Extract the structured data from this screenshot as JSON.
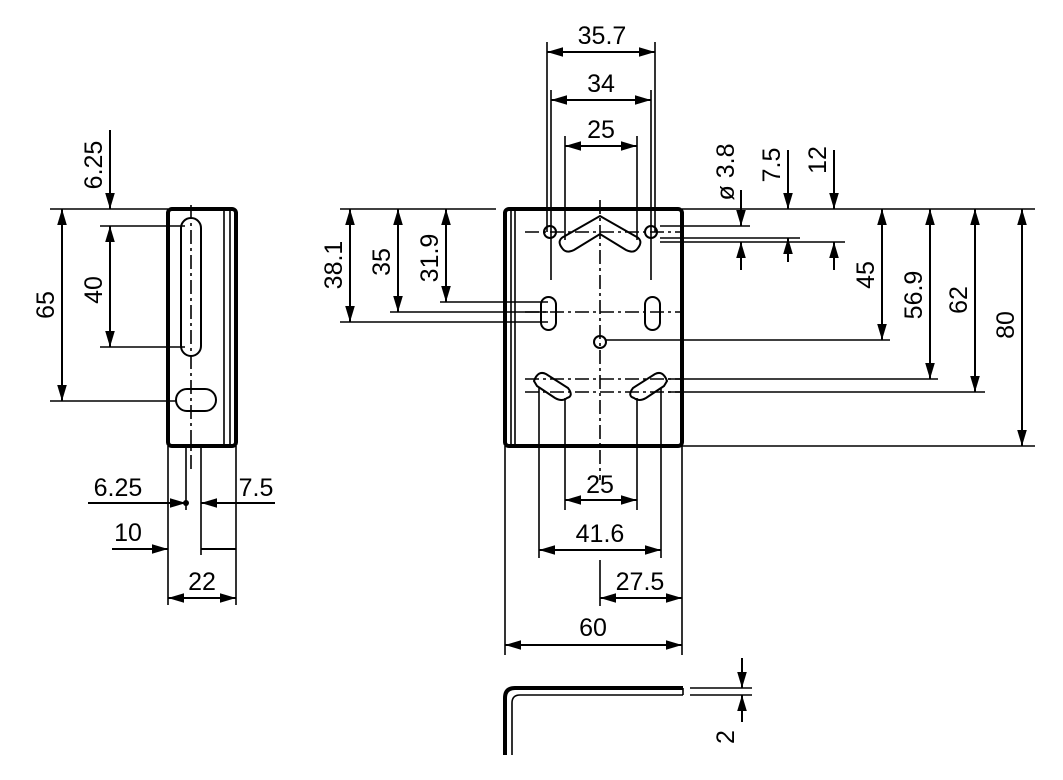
{
  "dimensions": {
    "top": {
      "w35_7": "35.7",
      "w34": "34",
      "w25": "25"
    },
    "right": {
      "d3_8": "ø 3.8",
      "h7_5": "7.5",
      "h12": "12",
      "h45": "45",
      "h56_9": "56.9",
      "h62": "62",
      "h80": "80"
    },
    "left_main": {
      "h38_1": "38.1",
      "h35": "35",
      "h31_9": "31.9"
    },
    "bottom": {
      "w25": "25",
      "w41_6": "41.6",
      "w27_5": "27.5",
      "w60": "60"
    },
    "side": {
      "h6_25": "6.25",
      "h40": "40",
      "h65": "65",
      "w6_25": "6.25",
      "w7_5": "7.5",
      "w10": "10",
      "w22": "22"
    },
    "profile": {
      "t2": "2"
    }
  },
  "colors": {
    "line": "#000000",
    "background": "#ffffff"
  }
}
